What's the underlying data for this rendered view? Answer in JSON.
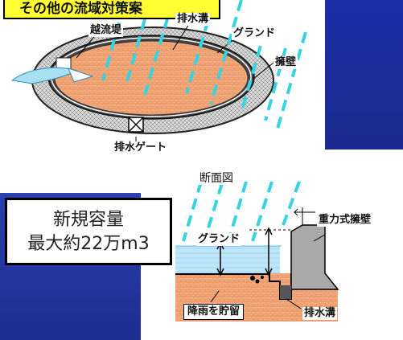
{
  "title": "その他の流域対策案",
  "plan_labels": {
    "overflow_bank": "越流堤",
    "drainage_channel": "排水溝",
    "ground": "グランド",
    "retaining_wall": "擁壁",
    "drain_gate": "排水ゲート"
  },
  "section": {
    "title": "断面図",
    "gravity_wall": "重力式擁壁",
    "ground": "グランド",
    "rain_storage": "降雨を貯留",
    "drainage_channel": "排水溝"
  },
  "capacity": {
    "line1": "新規容量",
    "line2": "最大約22万m3"
  },
  "colors": {
    "blue_panel": "#1c2a8e",
    "title_yellow": "#ffff33",
    "rain_cyan": "#2fd6e0",
    "ground_orange": "#f2a574",
    "water_blue": "#b6e4f8",
    "wall_gray": "#a9a9a9"
  }
}
